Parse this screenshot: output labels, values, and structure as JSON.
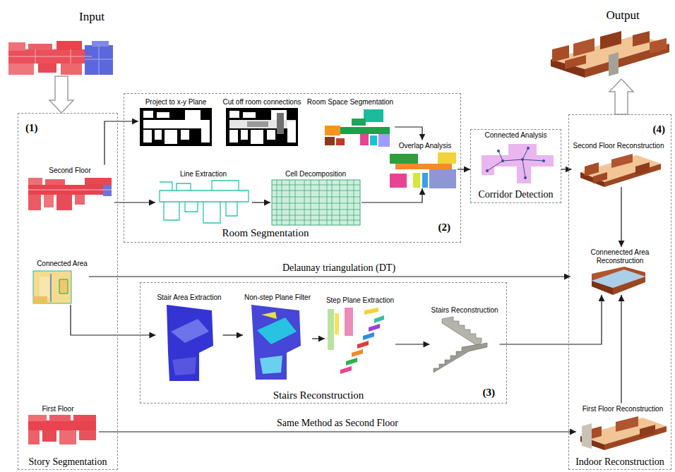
{
  "diagram": {
    "nodes": [
      {
        "text": [
          "Input"
        ]
      },
      {
        "text": [
          "Output"
        ]
      },
      {
        "text": [
          "(1)",
          "Story Segmentation"
        ]
      },
      {
        "text": [
          "Second Floor"
        ],
        "in": 2
      },
      {
        "text": [
          "Connected Area"
        ],
        "in": 2
      },
      {
        "text": [
          "First Floor"
        ],
        "in": 2
      },
      {
        "text": [
          "Room Segmentation",
          "(2)"
        ]
      },
      {
        "text": [
          "Project to x-y Plane"
        ],
        "in": 6
      },
      {
        "text": [
          "Cut off room connections"
        ],
        "in": 6
      },
      {
        "text": [
          "Room Space Segmentation"
        ],
        "in": 6
      },
      {
        "text": [
          "Overlap Analysis"
        ],
        "in": 6
      },
      {
        "text": [
          "Line Extraction"
        ],
        "in": 6
      },
      {
        "text": [
          "Cell Decomposition"
        ],
        "in": 6
      },
      {
        "text": [
          "Connected Analysis",
          "Corridor Detection"
        ]
      },
      {
        "text": [
          "Stairs Reconstruction",
          "(3)"
        ]
      },
      {
        "text": [
          "Stair Area Extraction"
        ],
        "in": 14
      },
      {
        "text": [
          "Non-step Plane Filter"
        ],
        "in": 14
      },
      {
        "text": [
          "Step Plane Extraction"
        ],
        "in": 14
      },
      {
        "text": [
          "Stairs Reconstruction"
        ],
        "in": 14
      },
      {
        "text": [
          "(4)",
          "Indoor Reconstruction"
        ]
      },
      {
        "text": [
          "Second Floor Reconstruction"
        ],
        "in": 19
      },
      {
        "text": [
          "Connenected Area Reconstruction"
        ],
        "in": 19
      },
      {
        "text": [
          "First Floor Reconstruction"
        ],
        "in": 19
      }
    ],
    "edges": [
      {
        "from": 0,
        "to": 2,
        "arrow": "to"
      },
      {
        "from": 19,
        "to": 1,
        "arrow": "to"
      },
      {
        "from": 3,
        "to": 7,
        "arrow": "to"
      },
      {
        "from": 3,
        "to": 11,
        "arrow": "to"
      },
      {
        "from": 9,
        "to": 10,
        "arrow": "to"
      },
      {
        "from": 11,
        "to": 12,
        "arrow": "to"
      },
      {
        "from": 12,
        "to": 10,
        "arrow": "to"
      },
      {
        "from": 10,
        "to": 13,
        "arrow": "to"
      },
      {
        "from": 13,
        "to": 20,
        "arrow": "to"
      },
      {
        "from": 4,
        "to": 21,
        "label": "Delaunay triangulation (DT)",
        "arrow": "to"
      },
      {
        "from": 4,
        "to": 15,
        "arrow": "to"
      },
      {
        "from": 15,
        "to": 16,
        "arrow": "to"
      },
      {
        "from": 16,
        "to": 17,
        "arrow": "to"
      },
      {
        "from": 17,
        "to": 18,
        "arrow": "to"
      },
      {
        "from": 18,
        "to": 21,
        "arrow": "to"
      },
      {
        "from": 5,
        "to": 22,
        "label": "Same Method as Second Floor",
        "arrow": "to"
      },
      {
        "from": 20,
        "to": 21,
        "arrow": "to"
      },
      {
        "from": 22,
        "to": 21,
        "arrow": "to"
      }
    ]
  }
}
